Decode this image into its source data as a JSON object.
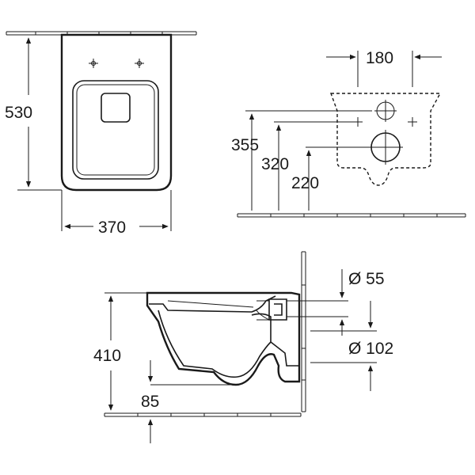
{
  "drawing": {
    "front_view": {
      "height_label": "530",
      "width_label": "370"
    },
    "rear_mount_view": {
      "bolt_spacing_label": "180",
      "height_355_label": "355",
      "height_320_label": "320",
      "height_220_label": "220"
    },
    "side_view": {
      "height_label": "410",
      "outlet_height_label": "85",
      "inlet_diameter_label": "Ø 55",
      "outlet_diameter_label": "Ø 102"
    }
  }
}
